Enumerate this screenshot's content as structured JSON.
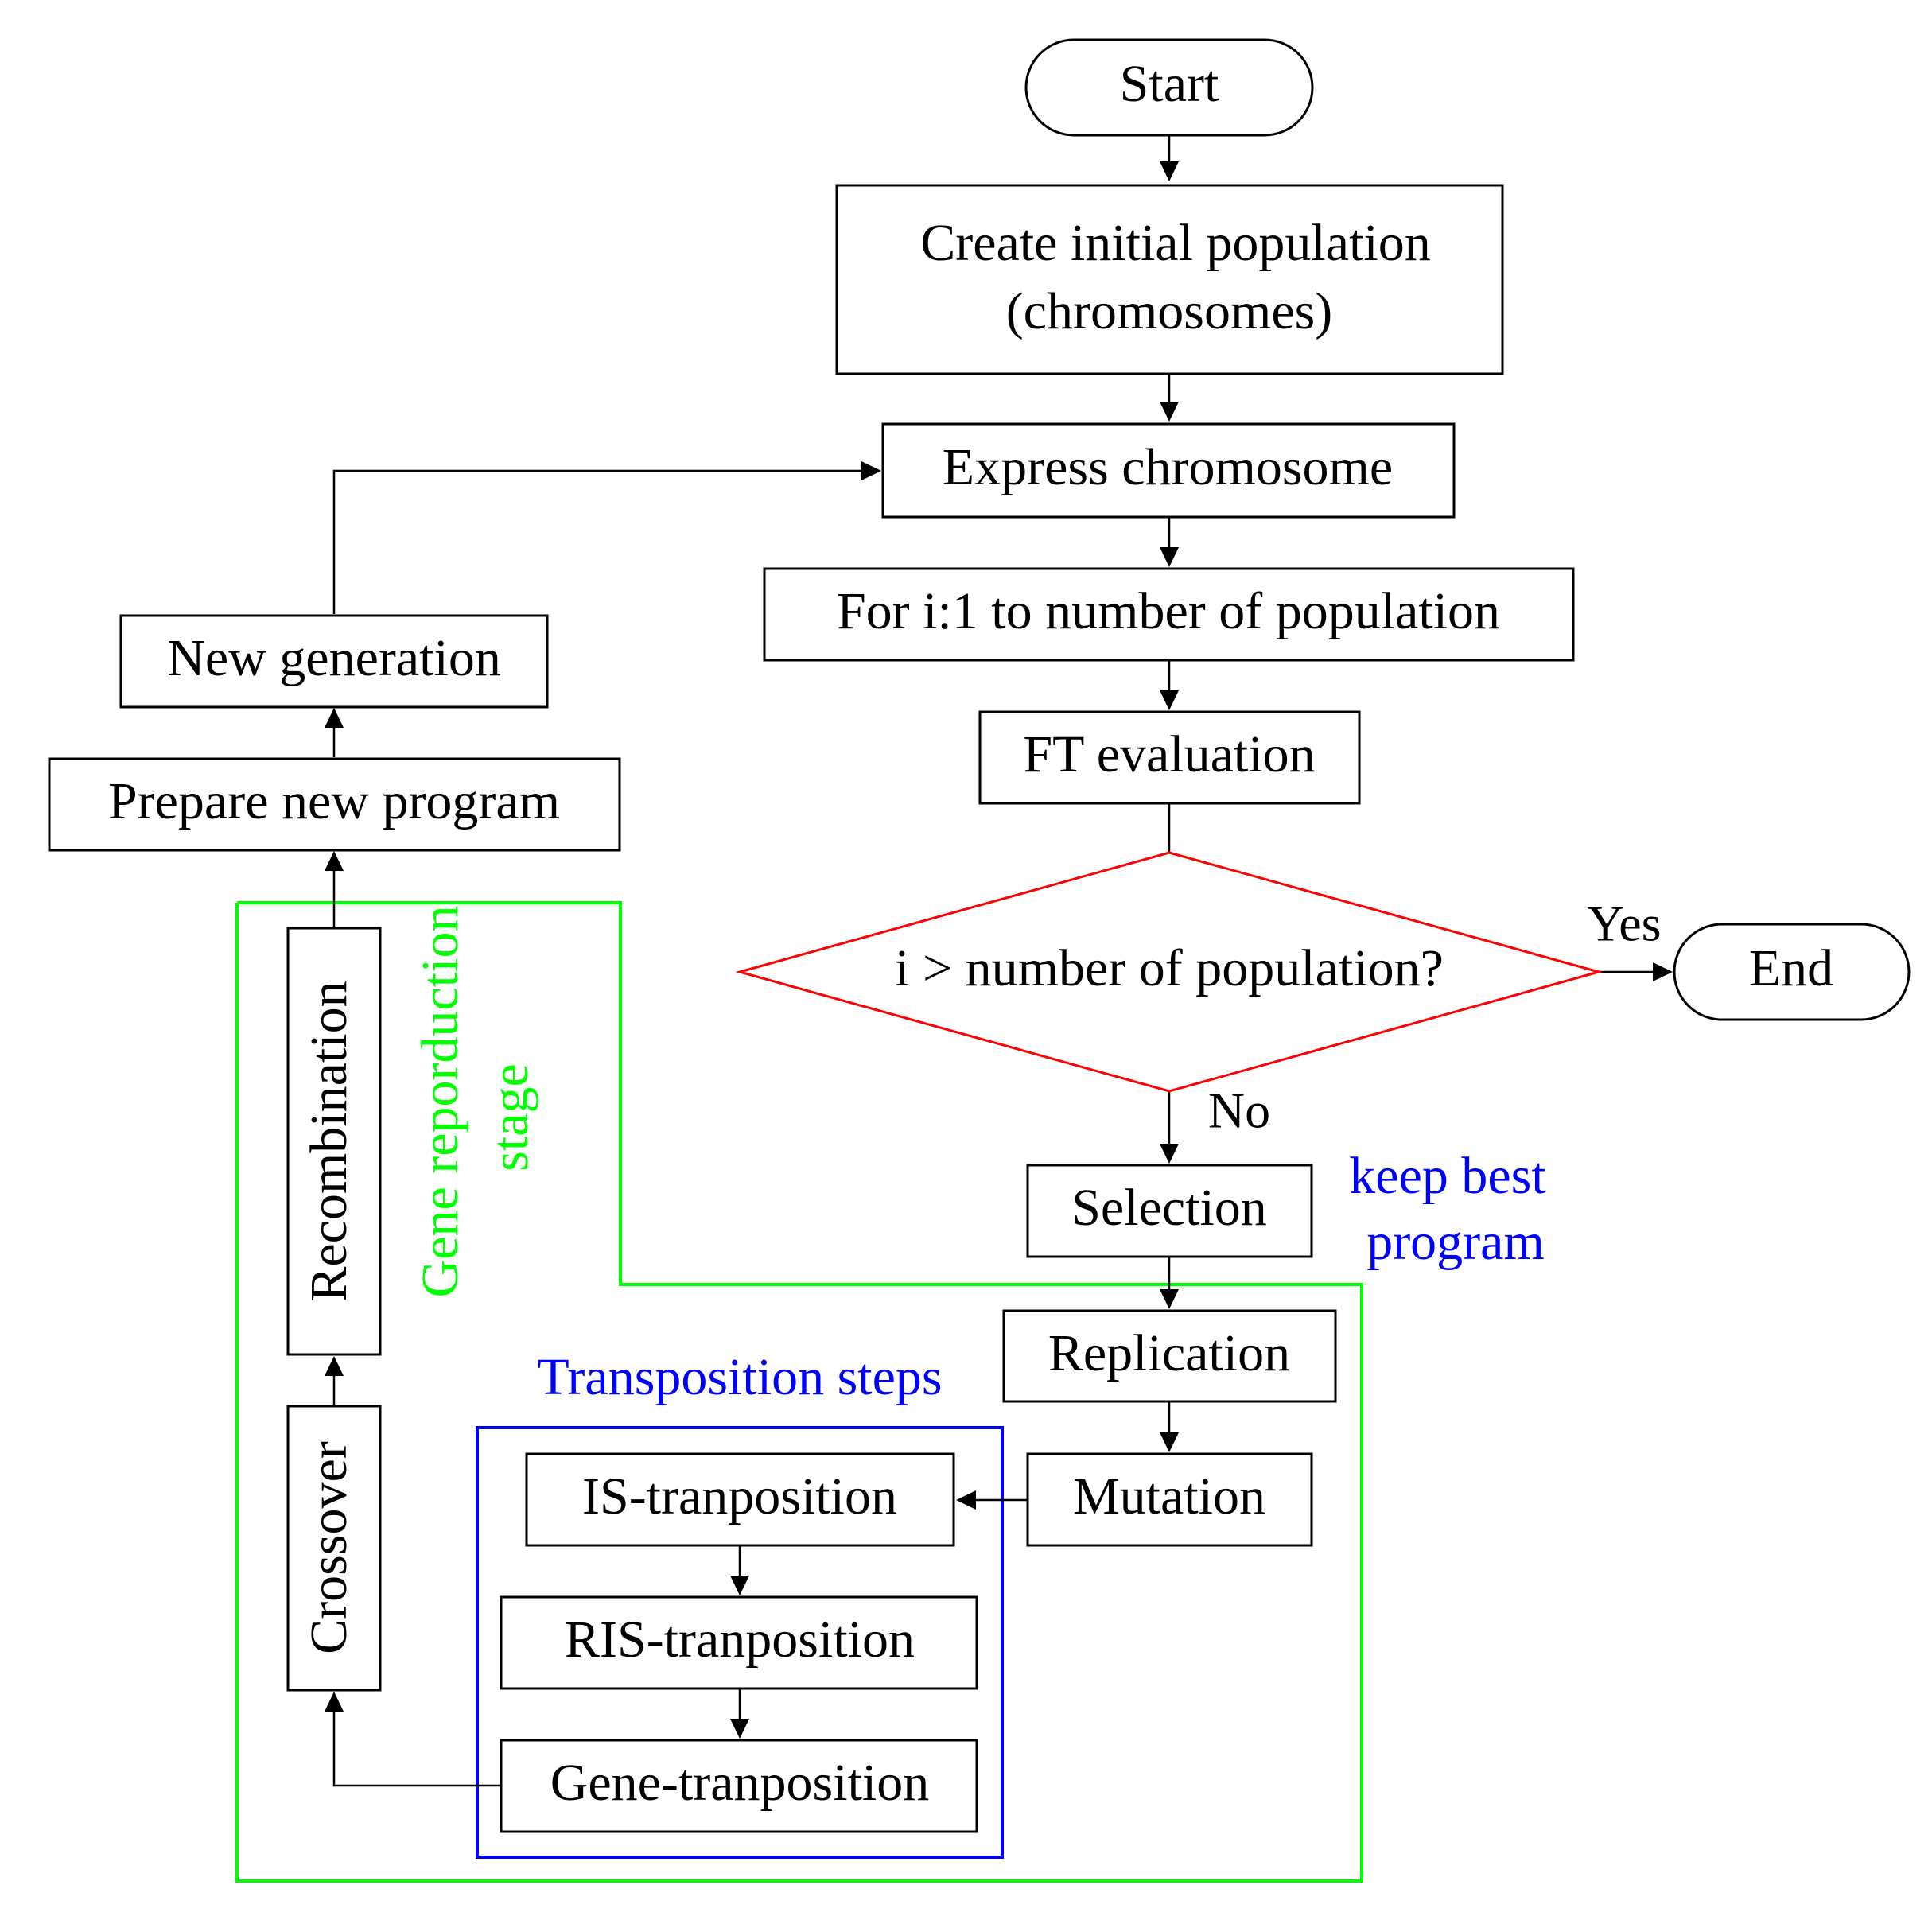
{
  "colors": {
    "line": "#000000",
    "decision_border": "#ff0000",
    "gene_region_border": "#00ff00",
    "gene_region_text": "#00ff00",
    "transposition_border": "#0000ff",
    "blue_text": "#0000ff",
    "background": "#ffffff"
  },
  "nodes": {
    "start": "Start",
    "create_line1": "Create initial population",
    "create_line2": "(chromosomes)",
    "express": "Express chromosome",
    "for_loop": "For i:1 to number of population",
    "ft_eval": "FT evaluation",
    "decision": "i > number of population?",
    "end": "End",
    "selection": "Selection",
    "replication": "Replication",
    "mutation": "Mutation",
    "is_trans": "IS-tranposition",
    "ris_trans": "RIS-tranposition",
    "gene_trans": "Gene-tranposition",
    "crossover": "Crossover",
    "recombination": "Recombination",
    "prepare": "Prepare new program",
    "new_gen": "New generation"
  },
  "labels": {
    "yes": "Yes",
    "no": "No",
    "keep_line1": "keep best",
    "keep_line2": "program",
    "transposition_steps": "Transposition steps",
    "gene_stage_line1": "Gene reporduction",
    "gene_stage_line2": "stage"
  }
}
